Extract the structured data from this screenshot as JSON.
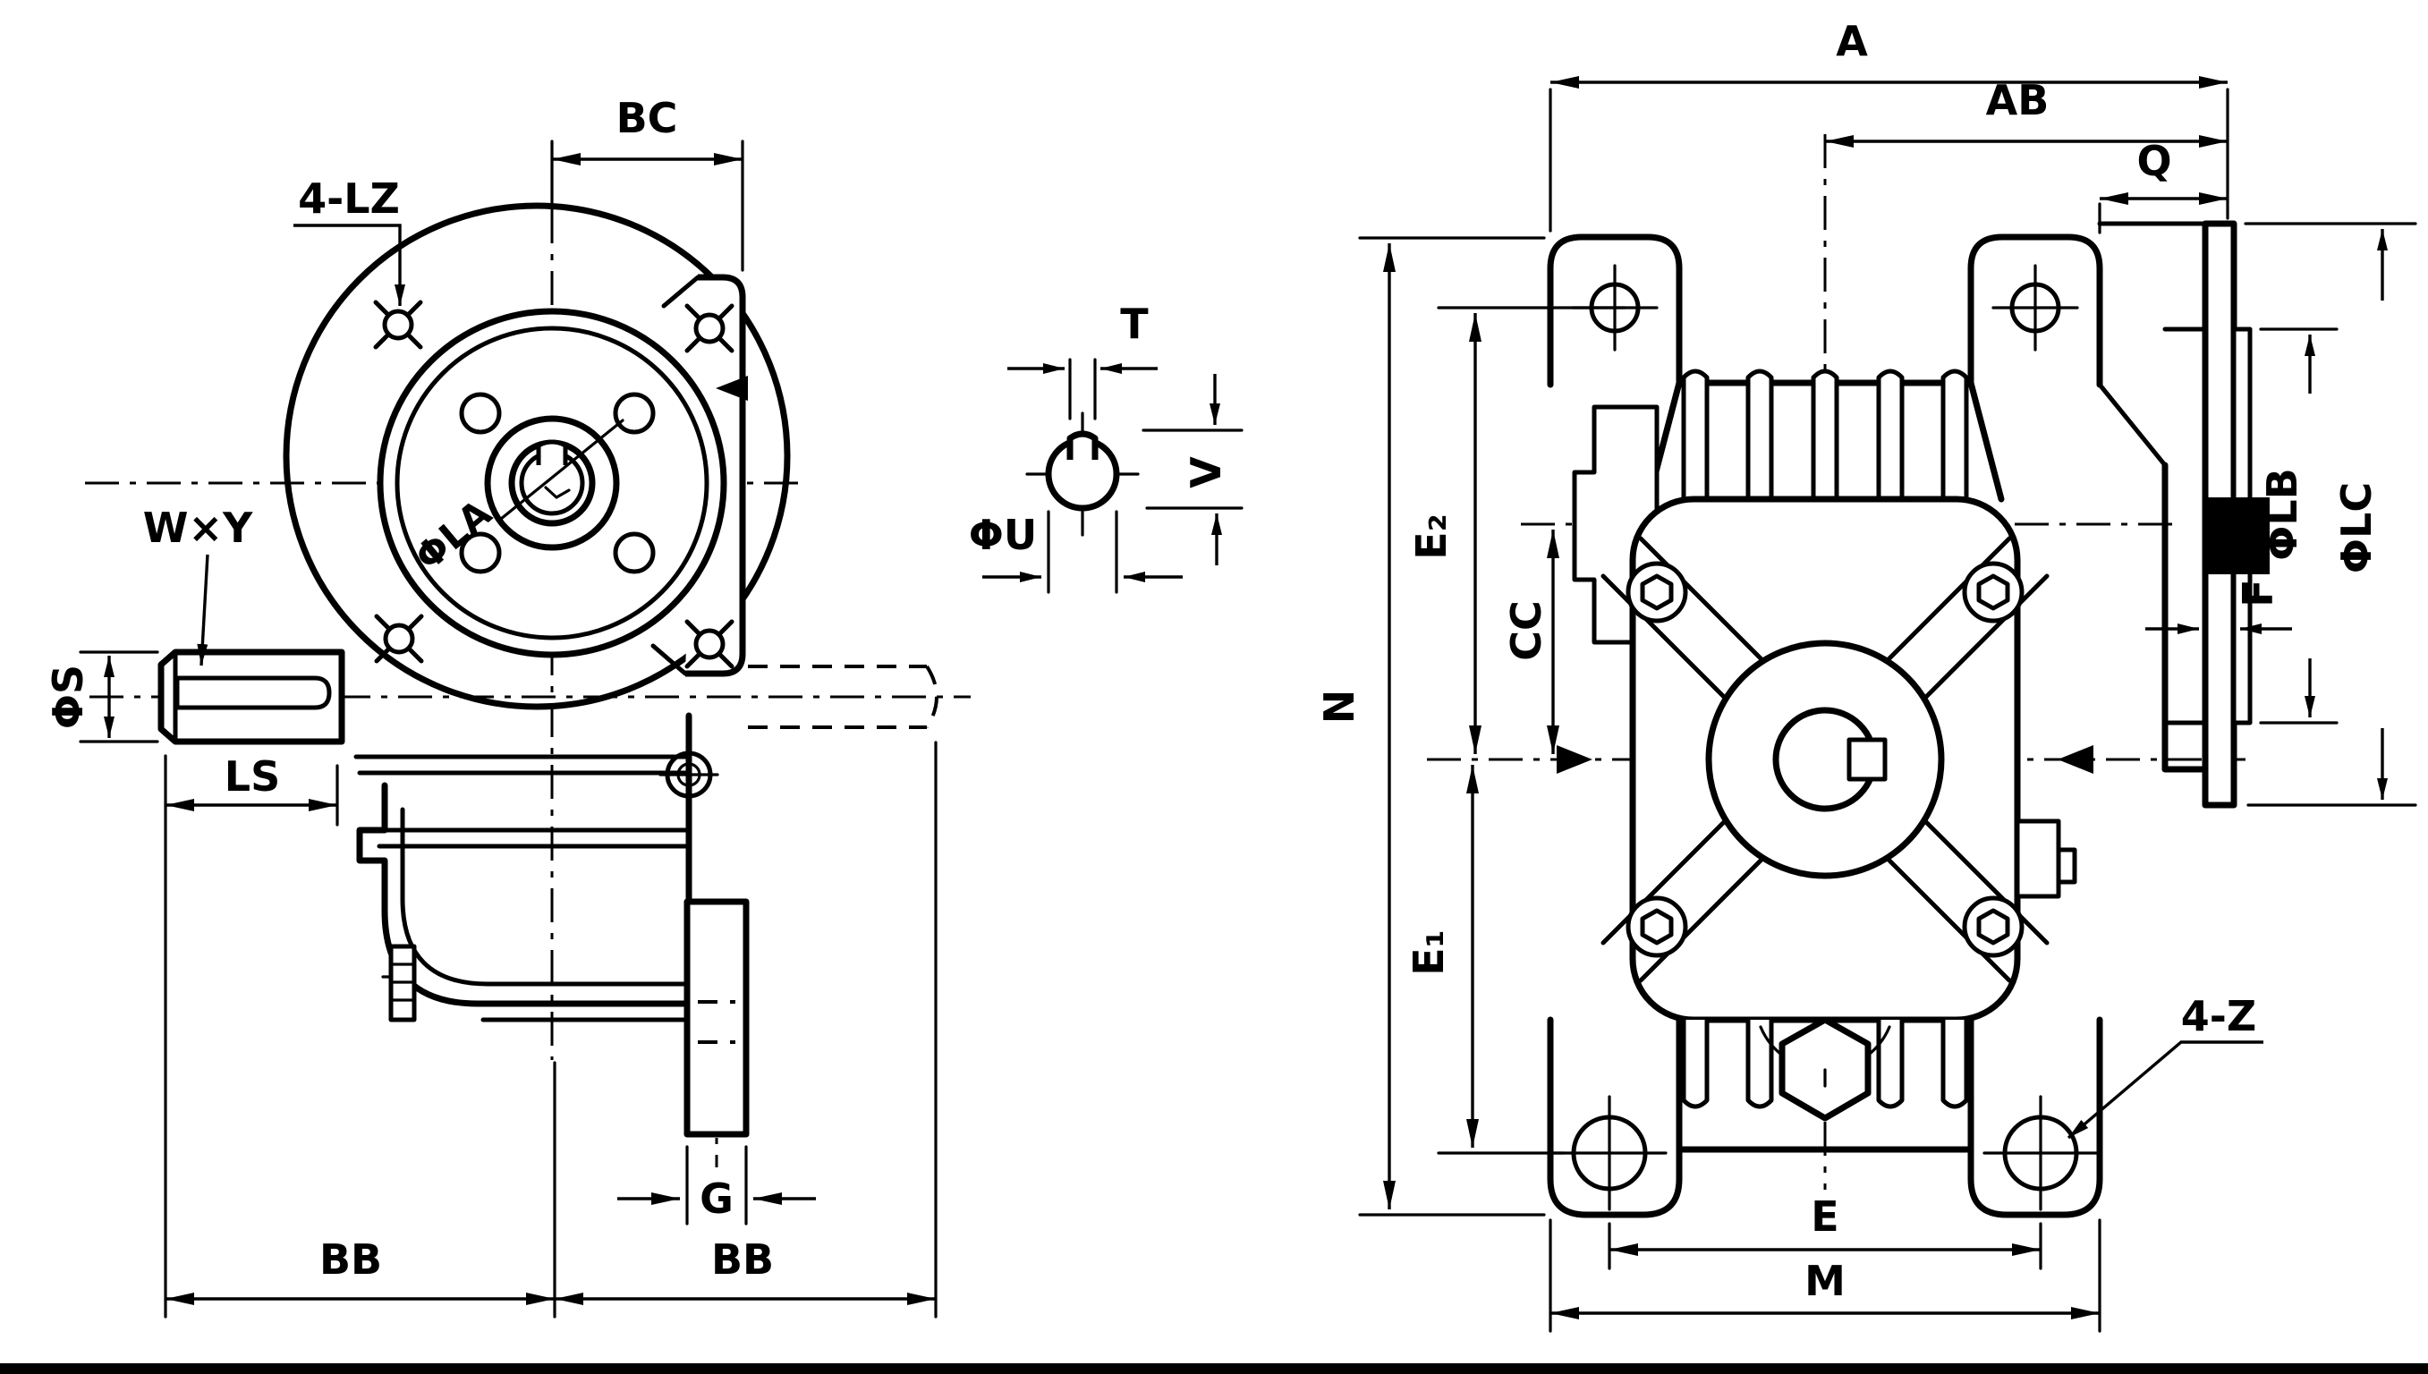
{
  "drawing": {
    "type": "worm-gear-reducer-dimension-drawing",
    "colors": {
      "ink": "#000000",
      "paper": "#ffffff"
    },
    "left_view": {
      "labels": {
        "bc": "BC",
        "four_lz": "4-LZ",
        "wxy": "W×Y",
        "phi_s": "ΦS",
        "ls": "LS",
        "phi_la": "ΦLA",
        "g": "G",
        "bb_left": "BB",
        "bb_right": "BB"
      }
    },
    "shaft_section": {
      "labels": {
        "t": "T",
        "v": "V",
        "phi_u": "ΦU"
      }
    },
    "right_view": {
      "labels": {
        "a": "A",
        "ab": "AB",
        "q": "Q",
        "n": "N",
        "e2": "E₂",
        "cc": "CC",
        "e1": "E₁",
        "phi_lb": "ΦLB",
        "phi_lc": "ΦLC",
        "f": "F",
        "four_z": "4-Z",
        "e": "E",
        "m": "M"
      }
    }
  }
}
